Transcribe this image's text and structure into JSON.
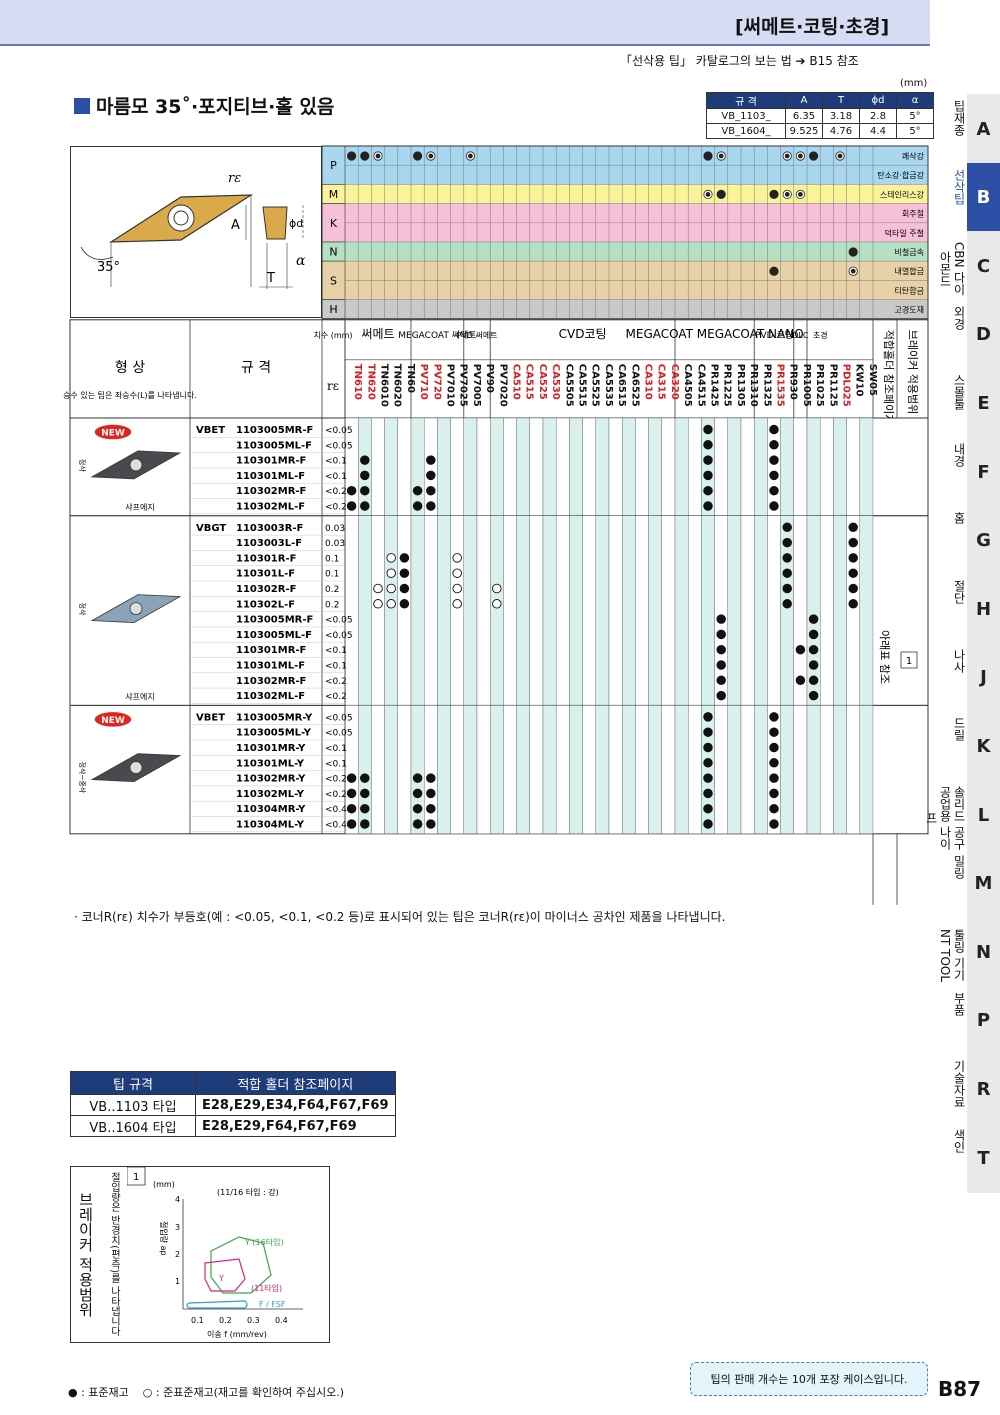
{
  "header": {
    "title": "[써메트·코팅·초경]",
    "reference": "「선삭용 팁」 카탈로그의 보는 법 ➔ B15 참조",
    "unit": "(mm)"
  },
  "section": {
    "title": "마름모 35˚·포지티브·홀 있음"
  },
  "spec_table": {
    "headers": [
      "규 격",
      "A",
      "T",
      "ϕd",
      "α"
    ],
    "rows": [
      [
        "VB_1103_",
        "6.35",
        "3.18",
        "2.8",
        "5°"
      ],
      [
        "VB_1604_",
        "9.525",
        "4.76",
        "4.4",
        "5°"
      ]
    ]
  },
  "diagram": {
    "labels": [
      "rε",
      "A",
      "T",
      "ϕd",
      "α",
      "35°"
    ]
  },
  "materials": [
    {
      "code": "P",
      "names": [
        "쾌삭강",
        "탄소강·합금강"
      ],
      "color": "#a9d7f0"
    },
    {
      "code": "M",
      "names": [
        "스테인리스강"
      ],
      "color": "#fbf39a"
    },
    {
      "code": "K",
      "names": [
        "회주철",
        "덕타일 주철"
      ],
      "color": "#f6c0d8"
    },
    {
      "code": "N",
      "names": [
        "비철금속"
      ],
      "color": "#b7e0c2"
    },
    {
      "code": "S",
      "names": [
        "내열합금",
        "티탄합금"
      ],
      "color": "#e8d1a6"
    },
    {
      "code": "H",
      "names": [
        "고경도재"
      ],
      "color": "#c9c9c9"
    }
  ],
  "grade_groups": [
    {
      "name": "써메트",
      "count": 5
    },
    {
      "name": "MEGACOAT 써메트",
      "count": 4
    },
    {
      "name": "PVD 써메트",
      "count": 2
    },
    {
      "name": "CVD코팅",
      "count": 14
    },
    {
      "name": "MEGACOAT MEGACOAT NANO",
      "count": 6
    },
    {
      "name": "PVD 코팅",
      "count": 3
    },
    {
      "name": "DLC",
      "count": 1
    },
    {
      "name": "초경",
      "count": 2
    }
  ],
  "grades": [
    "TN610",
    "TN620",
    "TN6010",
    "TN6020",
    "TN60",
    "PV710",
    "PV720",
    "PV7010",
    "PV7025",
    "PV7005",
    "PV90",
    "PV7020",
    "CA510",
    "CA515",
    "CA525",
    "CA530",
    "CA5505",
    "CA5515",
    "CA5525",
    "CA5535",
    "CA6515",
    "CA6525",
    "CA310",
    "CA315",
    "CA320",
    "CA4505",
    "CA4515",
    "PR1425",
    "PR1225",
    "PR1305",
    "PR1310",
    "PR1325",
    "PR1535",
    "PR930",
    "PR1005",
    "PR1025",
    "PR1125",
    "PDL025",
    "KW10",
    "SW05"
  ],
  "grade_colors": {
    "TN610": "#d32027",
    "TN620": "#d32027",
    "PV710": "#d32027",
    "PV720": "#d32027",
    "CA510": "#d32027",
    "CA515": "#d32027",
    "CA525": "#d32027",
    "CA530": "#d32027",
    "CA310": "#d32027",
    "CA315": "#d32027",
    "CA320": "#d32027",
    "PR1535": "#d32027",
    "PDL025": "#d32027"
  },
  "column_headers": {
    "shape": "형 상",
    "spec": "규 격",
    "dim": "치수 (mm)",
    "re": "rε",
    "shape_note": "승수 있는 팁은 좌승수(L)를 나타냅니다.",
    "holder_page": "적합홀더 참조페이지",
    "breaker_range": "브레이커 적용범위"
  },
  "material_marks": [
    {
      "code": "P",
      "marks": [
        [
          0,
          2
        ],
        [
          1,
          2
        ],
        [
          2,
          1
        ],
        [
          5,
          2
        ],
        [
          6,
          1
        ],
        [
          9,
          1
        ],
        [
          27,
          2
        ],
        [
          28,
          1
        ],
        [
          33,
          1
        ],
        [
          34,
          1
        ],
        [
          35,
          2
        ],
        [
          37,
          1
        ]
      ]
    },
    {
      "code": "M",
      "marks": [
        [
          27,
          1
        ],
        [
          28,
          2
        ],
        [
          32,
          2
        ],
        [
          33,
          1
        ],
        [
          34,
          1
        ]
      ]
    },
    {
      "code": "K",
      "marks": []
    },
    {
      "code": "N",
      "marks": [
        [
          38,
          2
        ]
      ]
    },
    {
      "code": "S",
      "marks": [
        [
          32,
          2
        ],
        [
          38,
          1
        ]
      ]
    },
    {
      "code": "H",
      "marks": []
    }
  ],
  "groups": [
    {
      "prefix": "VBET",
      "new": true,
      "tip_color": "dark",
      "label_side": "정삭",
      "label_bottom": "샤프에지",
      "rows": [
        {
          "code": "1103005MR-F",
          "re": "<0.05",
          "marks": [
            [
              27,
              2
            ],
            [
              32,
              2
            ]
          ]
        },
        {
          "code": "1103005ML-F",
          "re": "<0.05",
          "marks": [
            [
              27,
              2
            ],
            [
              32,
              2
            ]
          ]
        },
        {
          "code": "110301MR-F",
          "re": "<0.1",
          "marks": [
            [
              1,
              2
            ],
            [
              6,
              2
            ],
            [
              27,
              2
            ],
            [
              32,
              2
            ]
          ]
        },
        {
          "code": "110301ML-F",
          "re": "<0.1",
          "marks": [
            [
              1,
              2
            ],
            [
              6,
              2
            ],
            [
              27,
              2
            ],
            [
              32,
              2
            ]
          ]
        },
        {
          "code": "110302MR-F",
          "re": "<0.2",
          "marks": [
            [
              0,
              2
            ],
            [
              1,
              2
            ],
            [
              5,
              2
            ],
            [
              6,
              2
            ],
            [
              27,
              2
            ],
            [
              32,
              2
            ]
          ]
        },
        {
          "code": "110302ML-F",
          "re": "<0.2",
          "marks": [
            [
              0,
              2
            ],
            [
              1,
              2
            ],
            [
              5,
              2
            ],
            [
              6,
              2
            ],
            [
              27,
              2
            ],
            [
              32,
              2
            ]
          ]
        }
      ]
    },
    {
      "prefix": "VBGT",
      "new": false,
      "tip_color": "silver",
      "label_side": "정삭",
      "label_bottom": "샤프에지",
      "rows": [
        {
          "code": "1103003R-F",
          "re": "0.03",
          "marks": [
            [
              33,
              2
            ],
            [
              38,
              2
            ]
          ]
        },
        {
          "code": "1103003L-F",
          "re": "0.03",
          "marks": [
            [
              33,
              2
            ],
            [
              38,
              2
            ]
          ]
        },
        {
          "code": "110301R-F",
          "re": "0.1",
          "marks": [
            [
              3,
              1
            ],
            [
              4,
              2
            ],
            [
              8,
              1
            ],
            [
              33,
              2
            ],
            [
              38,
              2
            ]
          ]
        },
        {
          "code": "110301L-F",
          "re": "0.1",
          "marks": [
            [
              3,
              1
            ],
            [
              4,
              2
            ],
            [
              8,
              1
            ],
            [
              33,
              2
            ],
            [
              38,
              2
            ]
          ]
        },
        {
          "code": "110302R-F",
          "re": "0.2",
          "marks": [
            [
              2,
              1
            ],
            [
              3,
              1
            ],
            [
              4,
              2
            ],
            [
              8,
              1
            ],
            [
              11,
              1
            ],
            [
              33,
              2
            ],
            [
              38,
              2
            ]
          ]
        },
        {
          "code": "110302L-F",
          "re": "0.2",
          "marks": [
            [
              2,
              1
            ],
            [
              3,
              1
            ],
            [
              4,
              2
            ],
            [
              8,
              1
            ],
            [
              11,
              1
            ],
            [
              33,
              2
            ],
            [
              38,
              2
            ]
          ]
        },
        {
          "code": "1103005MR-F",
          "re": "<0.05",
          "marks": [
            [
              28,
              2
            ],
            [
              35,
              2
            ]
          ]
        },
        {
          "code": "1103005ML-F",
          "re": "<0.05",
          "marks": [
            [
              28,
              2
            ],
            [
              35,
              2
            ]
          ]
        },
        {
          "code": "110301MR-F",
          "re": "<0.1",
          "marks": [
            [
              28,
              2
            ],
            [
              34,
              2
            ],
            [
              35,
              2
            ]
          ]
        },
        {
          "code": "110301ML-F",
          "re": "<0.1",
          "marks": [
            [
              28,
              2
            ],
            [
              35,
              2
            ]
          ]
        },
        {
          "code": "110302MR-F",
          "re": "<0.2",
          "marks": [
            [
              28,
              2
            ],
            [
              34,
              2
            ],
            [
              35,
              2
            ]
          ]
        },
        {
          "code": "110302ML-F",
          "re": "<0.2",
          "marks": [
            [
              28,
              2
            ],
            [
              35,
              2
            ]
          ]
        }
      ]
    },
    {
      "prefix": "VBET",
      "new": true,
      "tip_color": "dark",
      "label_side": "정삭~중삭",
      "label_bottom": "",
      "rows": [
        {
          "code": "1103005MR-Y",
          "re": "<0.05",
          "marks": [
            [
              27,
              2
            ],
            [
              32,
              2
            ]
          ]
        },
        {
          "code": "1103005ML-Y",
          "re": "<0.05",
          "marks": [
            [
              27,
              2
            ],
            [
              32,
              2
            ]
          ]
        },
        {
          "code": "110301MR-Y",
          "re": "<0.1",
          "marks": [
            [
              27,
              2
            ],
            [
              32,
              2
            ]
          ]
        },
        {
          "code": "110301ML-Y",
          "re": "<0.1",
          "marks": [
            [
              27,
              2
            ],
            [
              32,
              2
            ]
          ]
        },
        {
          "code": "110302MR-Y",
          "re": "<0.2",
          "marks": [
            [
              0,
              2
            ],
            [
              1,
              2
            ],
            [
              5,
              2
            ],
            [
              6,
              2
            ],
            [
              27,
              2
            ],
            [
              32,
              2
            ]
          ]
        },
        {
          "code": "110302ML-Y",
          "re": "<0.2",
          "marks": [
            [
              0,
              2
            ],
            [
              1,
              2
            ],
            [
              5,
              2
            ],
            [
              6,
              2
            ],
            [
              27,
              2
            ],
            [
              32,
              2
            ]
          ]
        },
        {
          "code": "110304MR-Y",
          "re": "<0.4",
          "marks": [
            [
              0,
              2
            ],
            [
              1,
              2
            ],
            [
              5,
              2
            ],
            [
              6,
              2
            ],
            [
              27,
              2
            ],
            [
              32,
              2
            ]
          ]
        },
        {
          "code": "110304ML-Y",
          "re": "<0.4",
          "marks": [
            [
              0,
              2
            ],
            [
              1,
              2
            ],
            [
              5,
              2
            ],
            [
              6,
              2
            ],
            [
              27,
              2
            ],
            [
              32,
              2
            ]
          ]
        }
      ]
    }
  ],
  "ref_note": {
    "text": "아래표 참조",
    "box": "1"
  },
  "note": "· 코너R(rε) 치수가 부등호(예 : <0.05, <0.1, <0.2 등)로 표시되어 있는 팁은 코너R(rε)이 마이너스 공차인 제품을 나타냅니다.",
  "holder_table": {
    "headers": [
      "팁 규격",
      "적합 홀더 참조페이지"
    ],
    "rows": [
      [
        "VB..1103 타입",
        "E28,E29,E34,F64,F67,F69"
      ],
      [
        "VB..1604 타입",
        "E28,E29,F64,F67,F69"
      ]
    ]
  },
  "breaker": {
    "title": "브레이커 적용범위",
    "caption": "절입량은 반경치(편측)를 나타냅니다",
    "box": "1",
    "chart_unit": "(mm)",
    "chart_note": "(11/16 타입 : 강)",
    "ylabel": "절입량 ap",
    "xlabel": "이송 f (mm/rev)",
    "xticks": [
      "0.1",
      "0.2",
      "0.3",
      "0.4"
    ],
    "yticks": [
      "1",
      "2",
      "3",
      "4"
    ],
    "regions": [
      {
        "name": "Y (16타입)",
        "color": "#3aa64a"
      },
      {
        "name": "Y",
        "color": "#d8247a"
      },
      {
        "name": "(11타입)",
        "color": "#d8247a"
      },
      {
        "name": "F / FSF",
        "color": "#2a9fd8"
      }
    ]
  },
  "legend": {
    "filled": "● : 표준재고",
    "open": "○ : 준표준재고(재고를 확인하여 주십시오.)"
  },
  "footer": {
    "notice": "팁의 판매 개수는 10개 포장 케이스입니다.",
    "page": "B87"
  },
  "tabs": [
    {
      "label": "팁재종",
      "letter": "A"
    },
    {
      "label": "선삭팁",
      "letter": "B",
      "active": true
    },
    {
      "label": "CBN 다이아몬드",
      "letter": "C"
    },
    {
      "label": "외경",
      "letter": "D"
    },
    {
      "label": "스몰툴",
      "letter": "E"
    },
    {
      "label": "내경",
      "letter": "F"
    },
    {
      "label": "홈",
      "letter": "G"
    },
    {
      "label": "절단",
      "letter": "H"
    },
    {
      "label": "나사",
      "letter": "J"
    },
    {
      "label": "드릴",
      "letter": "K"
    },
    {
      "label": "솔리드 공구 공업용 나이프",
      "letter": "L"
    },
    {
      "label": "밀링",
      "letter": "M"
    },
    {
      "label": "툴링 기기 NT TOOL",
      "letter": "N"
    },
    {
      "label": "부품",
      "letter": "P"
    },
    {
      "label": "기술자료",
      "letter": "R"
    },
    {
      "label": "색인",
      "letter": "T"
    }
  ],
  "colors": {
    "navy": "#1f3c7a",
    "accent": "#2d4fa5",
    "grid_col": "#d9f0ef"
  }
}
